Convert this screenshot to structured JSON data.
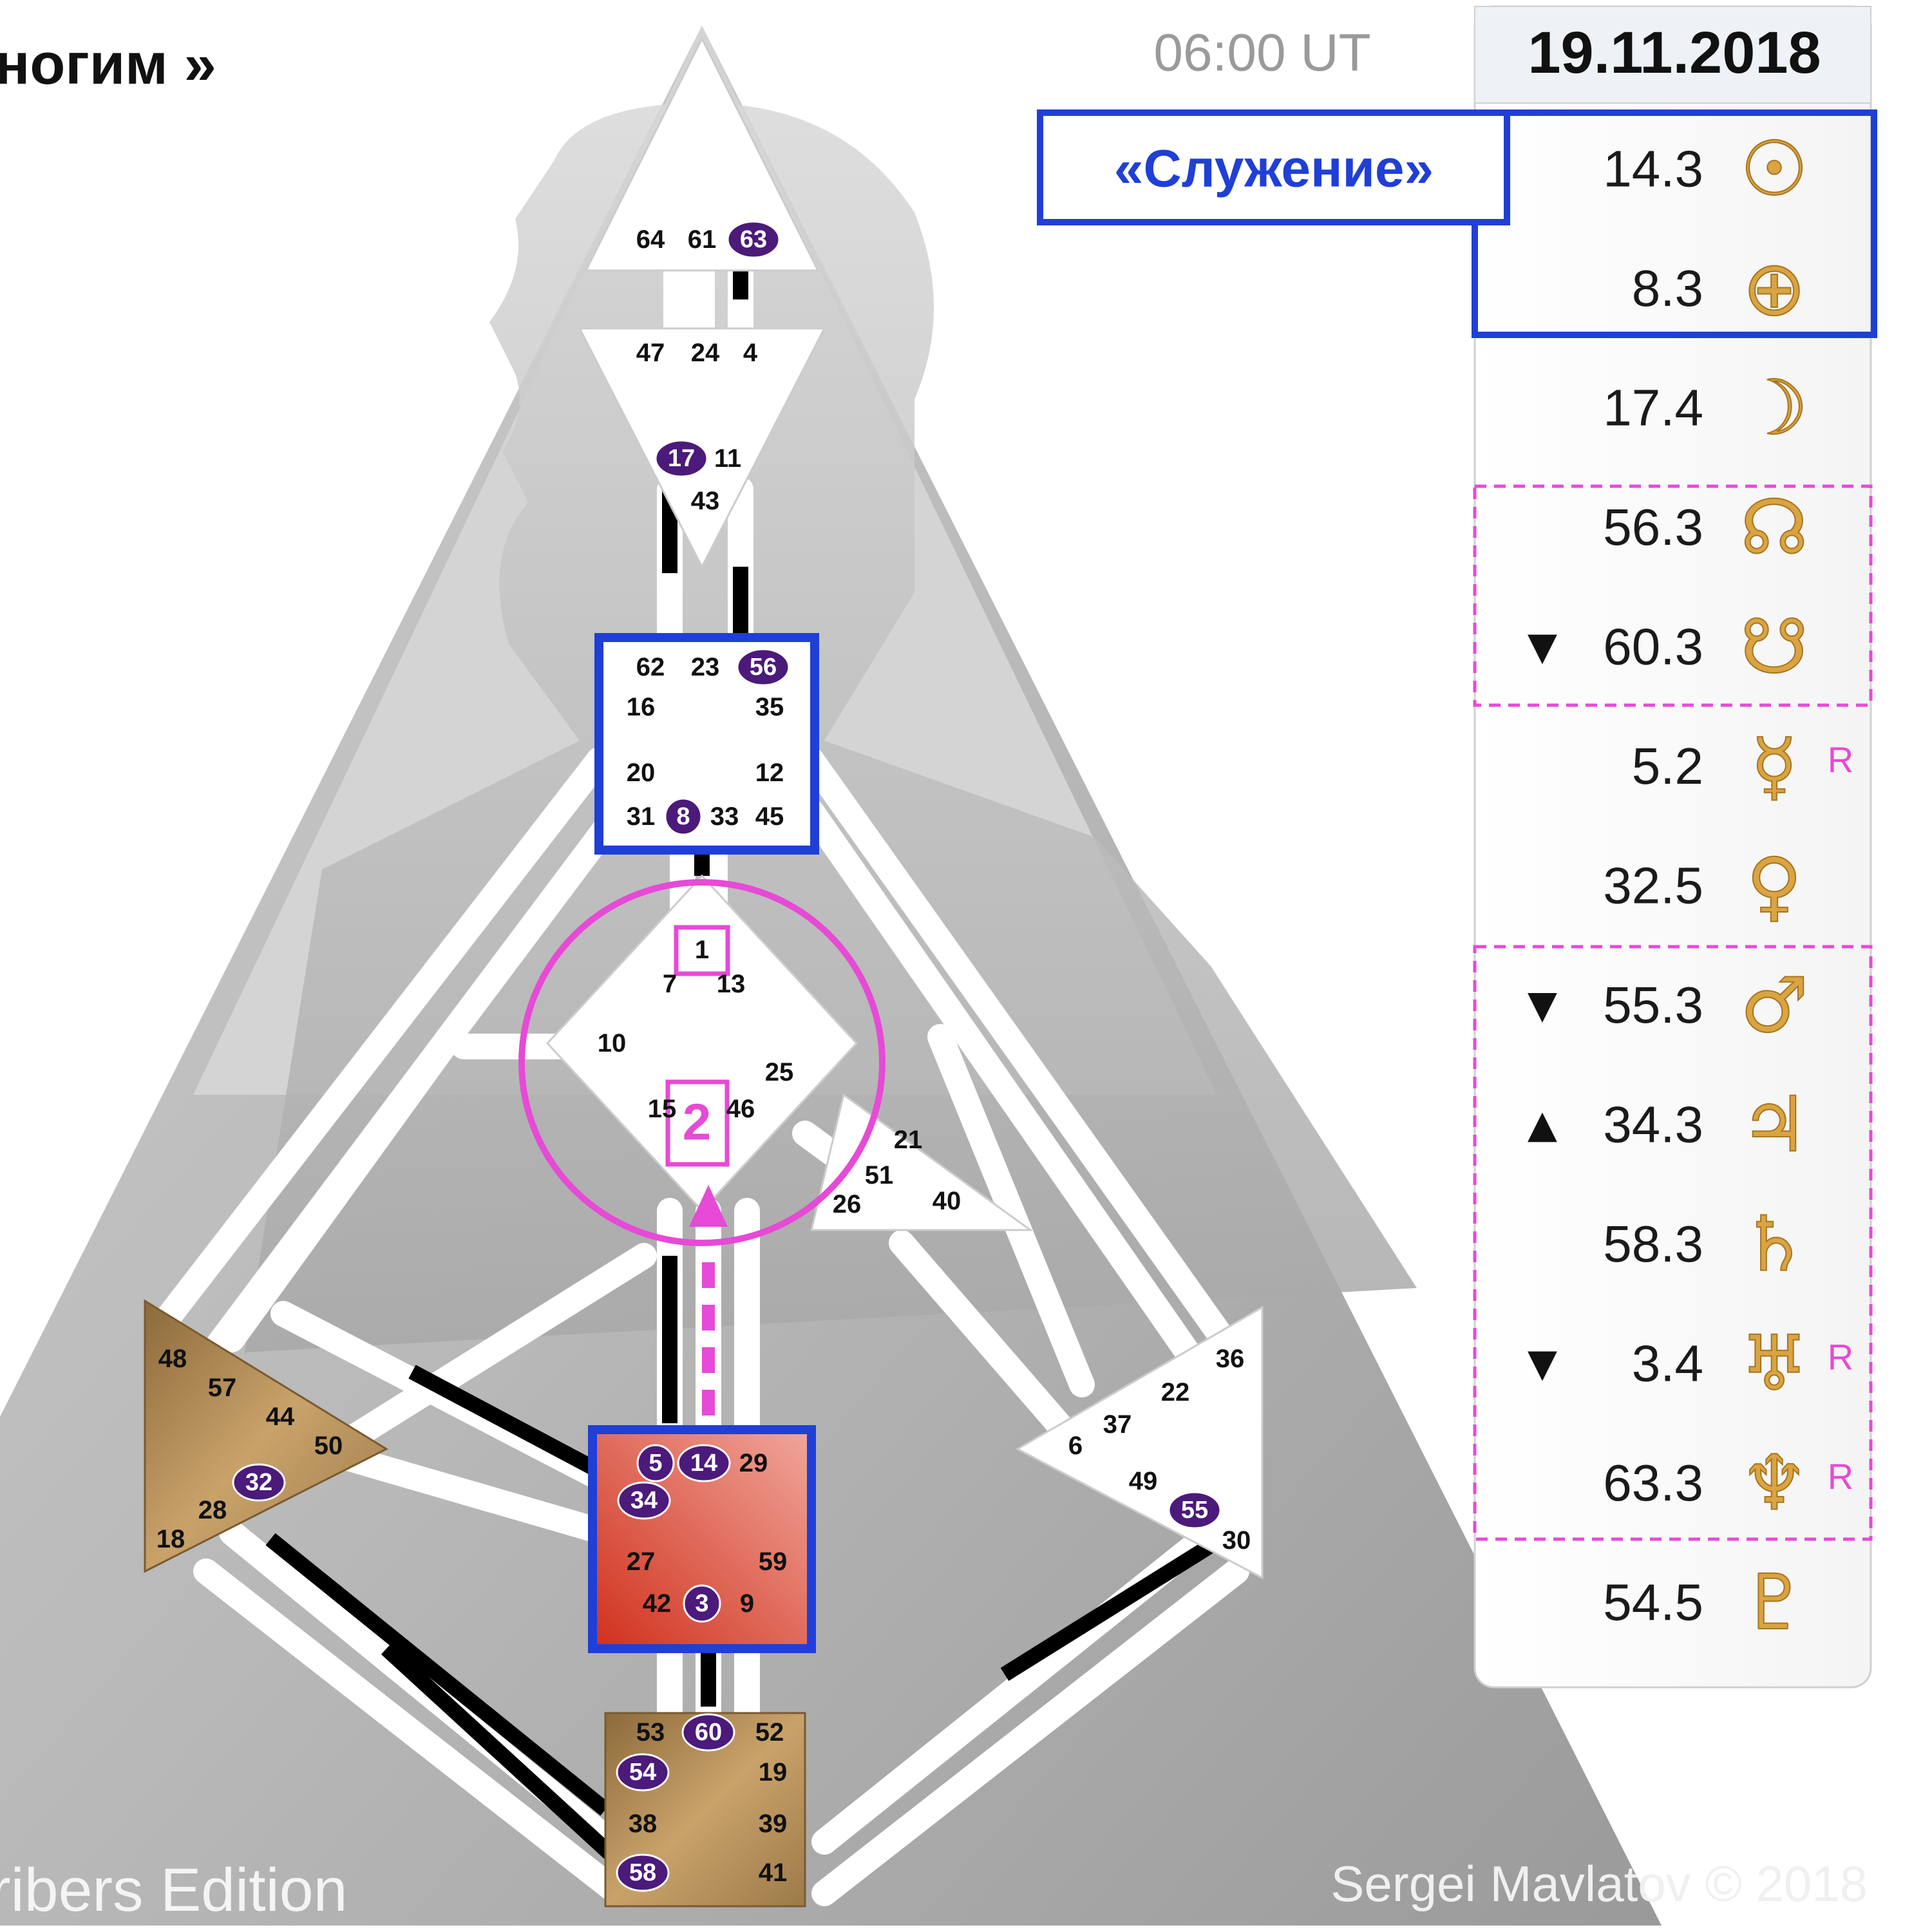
{
  "header": {
    "left_title": "ногим »",
    "time": "06:00 UT",
    "date": "19.11.2018"
  },
  "callout_label": "«Служение»",
  "footer": {
    "edition": "ribers Edition",
    "copyright": "Sergei Mavlatov © 2018"
  },
  "panel": [
    {
      "value": "14.3",
      "arrow": "",
      "symbol": "sun",
      "glyph": "☉",
      "retro": ""
    },
    {
      "value": "8.3",
      "arrow": "",
      "symbol": "earth",
      "glyph": "⊕",
      "retro": ""
    },
    {
      "value": "17.4",
      "arrow": "",
      "symbol": "moon",
      "glyph": "☽",
      "retro": ""
    },
    {
      "value": "56.3",
      "arrow": "",
      "symbol": "north-node",
      "glyph": "☊",
      "retro": ""
    },
    {
      "value": "60.3",
      "arrow": "▼",
      "symbol": "south-node",
      "glyph": "☋",
      "retro": ""
    },
    {
      "value": "5.2",
      "arrow": "",
      "symbol": "mercury",
      "glyph": "☿",
      "retro": "R"
    },
    {
      "value": "32.5",
      "arrow": "",
      "symbol": "venus",
      "glyph": "♀",
      "retro": ""
    },
    {
      "value": "55.3",
      "arrow": "▼",
      "symbol": "mars",
      "glyph": "♂",
      "retro": ""
    },
    {
      "value": "34.3",
      "arrow": "▲",
      "symbol": "jupiter",
      "glyph": "♃",
      "retro": ""
    },
    {
      "value": "58.3",
      "arrow": "",
      "symbol": "saturn",
      "glyph": "♄",
      "retro": ""
    },
    {
      "value": "3.4",
      "arrow": "▼",
      "symbol": "uranus",
      "glyph": "♅",
      "retro": "R"
    },
    {
      "value": "63.3",
      "arrow": "",
      "symbol": "neptune",
      "glyph": "♆",
      "retro": "R"
    },
    {
      "value": "54.5",
      "arrow": "",
      "symbol": "pluto",
      "glyph": "♇",
      "retro": ""
    }
  ],
  "centers": {
    "head": {
      "gates": [
        "64",
        "61",
        "63"
      ],
      "active": [
        "63"
      ]
    },
    "ajna": {
      "gates": [
        "47",
        "24",
        "4",
        "17",
        "11",
        "43"
      ],
      "active": [
        "17"
      ]
    },
    "throat": {
      "gates": [
        "62",
        "23",
        "56",
        "16",
        "35",
        "20",
        "12",
        "31",
        "8",
        "33",
        "45"
      ],
      "active": [
        "56",
        "8"
      ]
    },
    "g": {
      "gates": [
        "1",
        "7",
        "13",
        "10",
        "25",
        "15",
        "2",
        "46"
      ],
      "active": [],
      "highlighted": [
        "1",
        "2"
      ]
    },
    "ego": {
      "gates": [
        "21",
        "51",
        "26",
        "40"
      ],
      "active": []
    },
    "spleen": {
      "gates": [
        "48",
        "57",
        "44",
        "50",
        "32",
        "28",
        "18"
      ],
      "active": [
        "32"
      ]
    },
    "solar_plexus": {
      "gates": [
        "36",
        "22",
        "37",
        "6",
        "49",
        "55",
        "30"
      ],
      "active": [
        "55"
      ]
    },
    "sacral": {
      "gates": [
        "5",
        "14",
        "29",
        "34",
        "27",
        "59",
        "42",
        "3",
        "9"
      ],
      "active": [
        "5",
        "14",
        "34",
        "3"
      ]
    },
    "root": {
      "gates": [
        "53",
        "60",
        "52",
        "54",
        "19",
        "38",
        "39",
        "58",
        "41"
      ],
      "active": [
        "60",
        "54",
        "58"
      ]
    }
  },
  "colors": {
    "highlight_blue": "#1f3fd6",
    "magenta": "#e64ad6",
    "activation_purple": "#4b1a7a",
    "planet_gold": "#d9a441",
    "sacral_red": "#d9402b",
    "motor_brown": "#b08a55"
  }
}
